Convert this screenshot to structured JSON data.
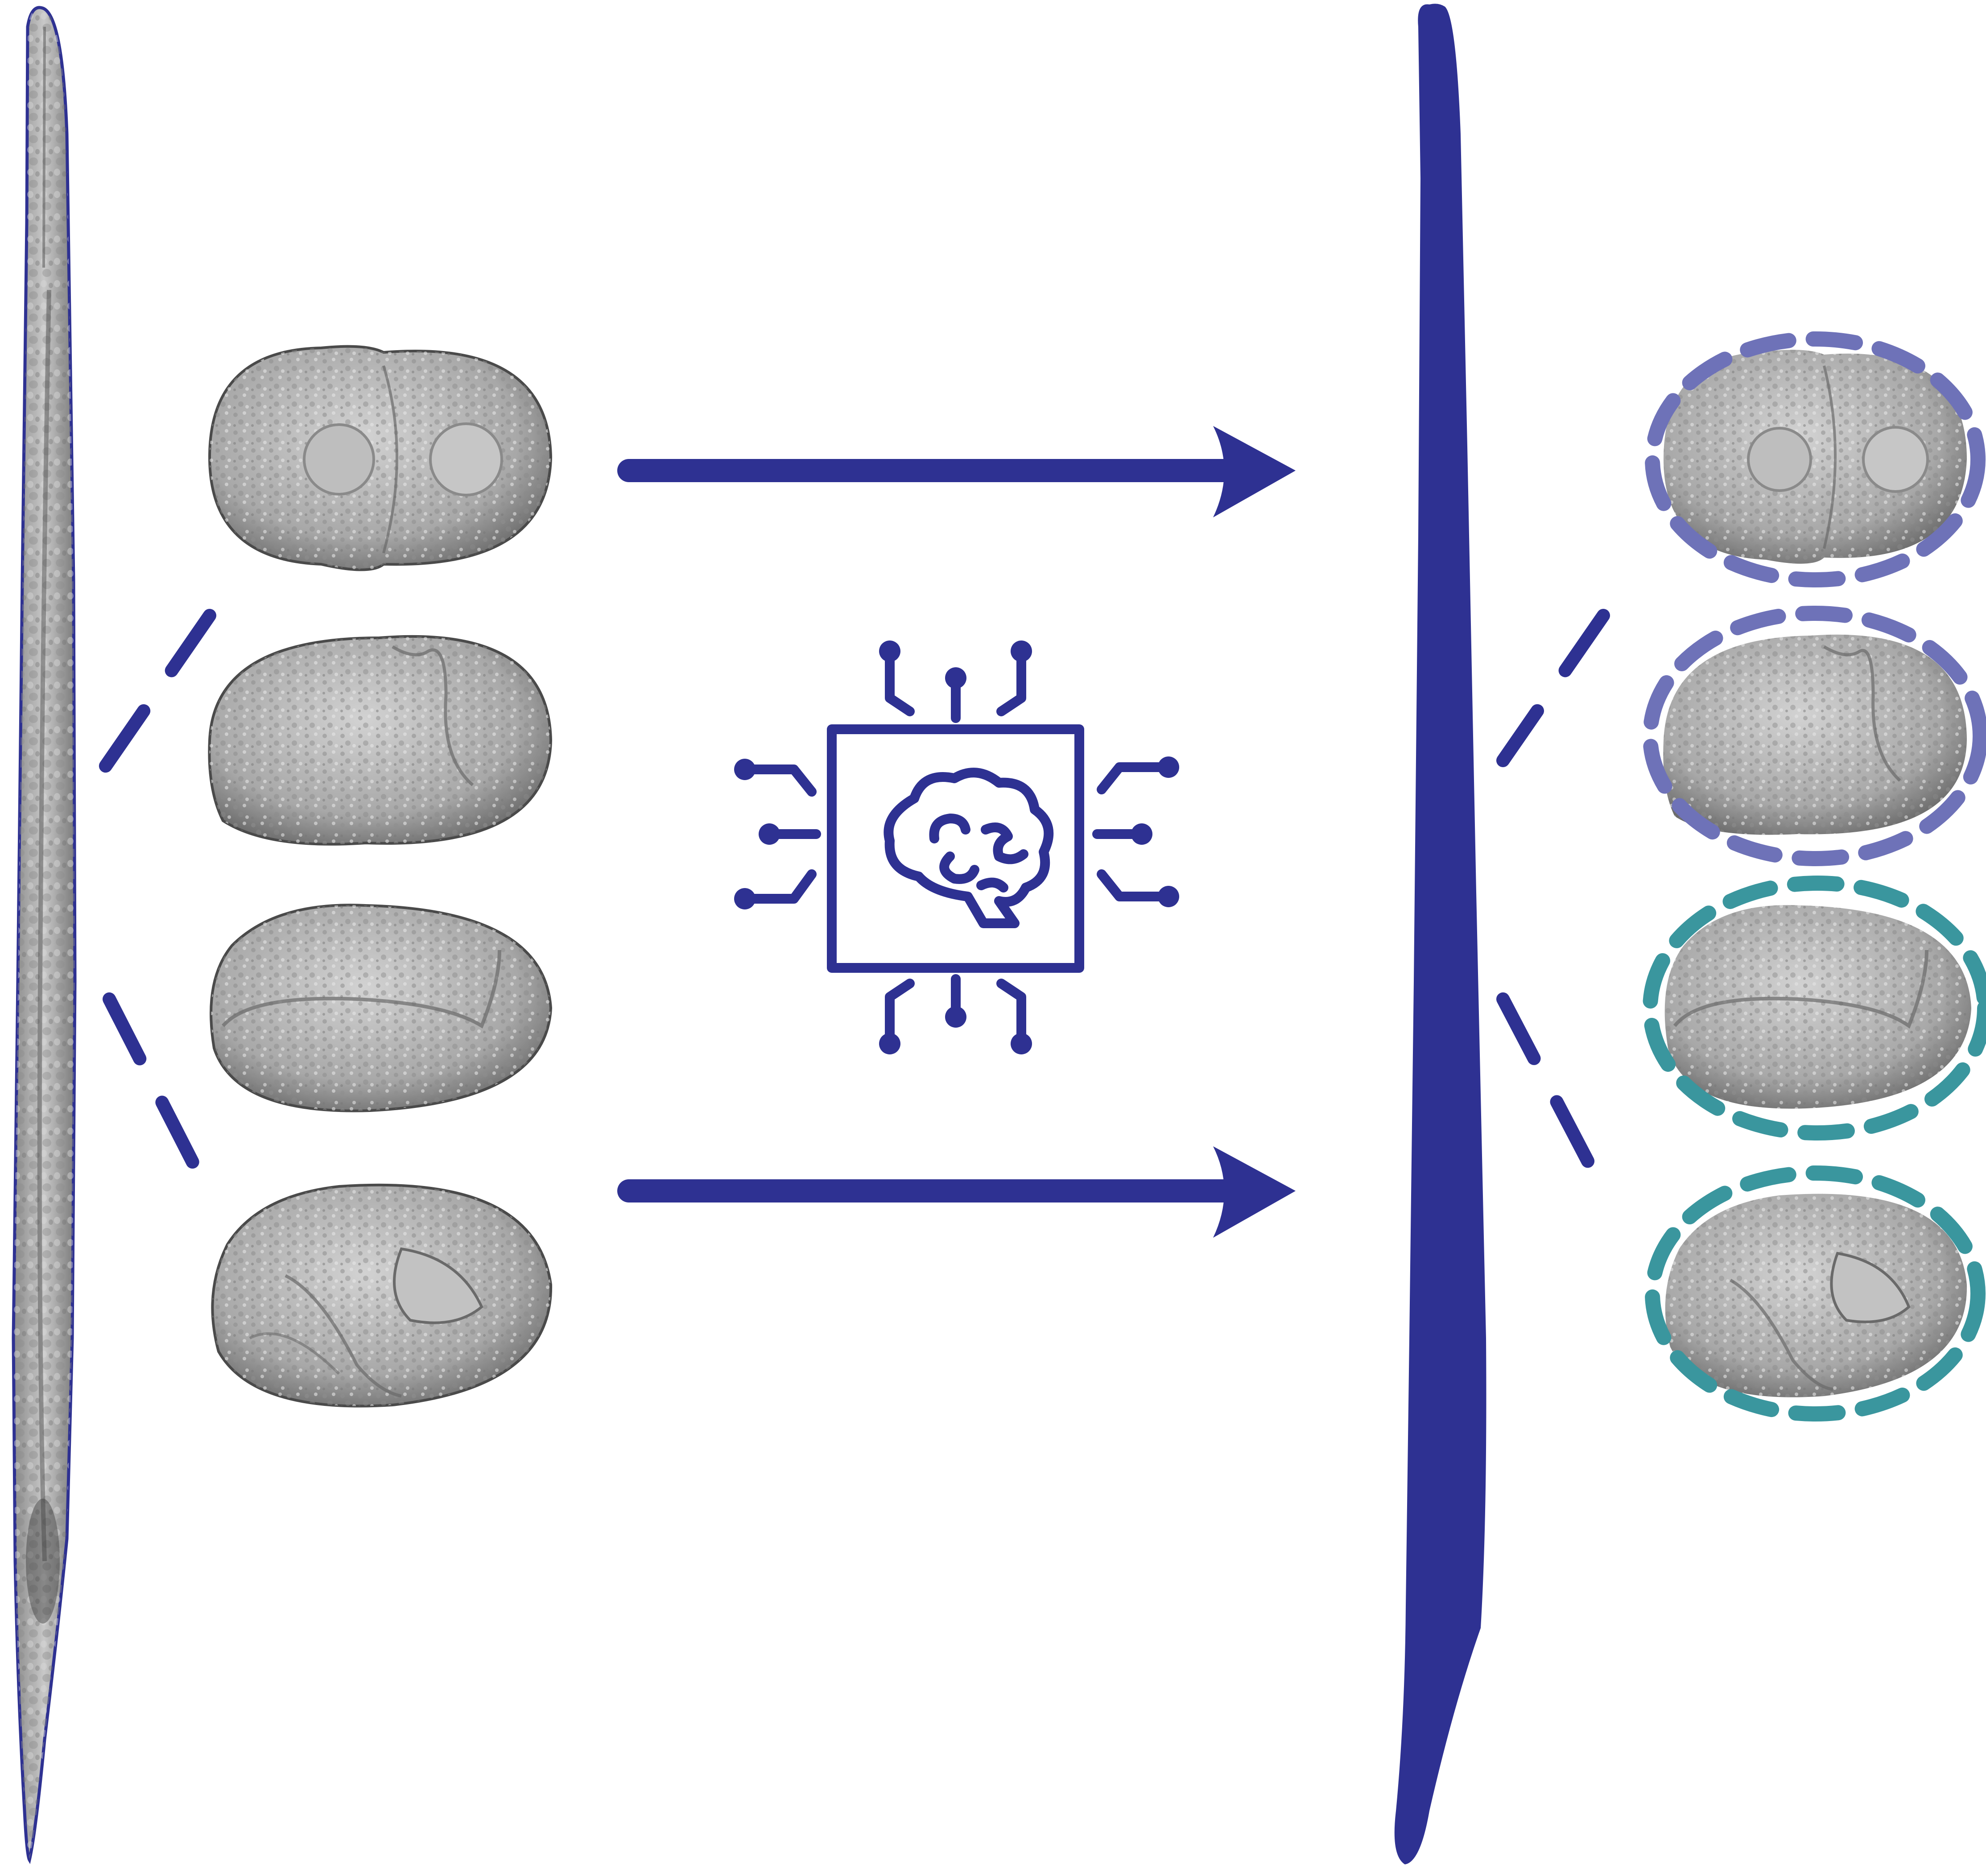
{
  "colors": {
    "navy": "#2E3192",
    "lavender_outline": "#6E72B8",
    "teal_outline": "#3A969E",
    "embryo_fill_light": "#C9C9C9",
    "embryo_fill_mid": "#9E9E9E",
    "embryo_fill_dark": "#5A5A5A",
    "worm_fill": "#BDBDBD",
    "background": "#FFFFFF"
  },
  "diagram": {
    "left_worm": {
      "icon": "worm-micrograph"
    },
    "left_embryos": [
      {
        "stage": "two-cell",
        "icon": "embryo-two-cell"
      },
      {
        "stage": "cleavage",
        "icon": "embryo-cleavage"
      },
      {
        "stage": "bean",
        "icon": "embryo-bean"
      },
      {
        "stage": "folded",
        "icon": "embryo-folded"
      }
    ],
    "arrows": [
      {
        "icon": "arrow-right-icon"
      },
      {
        "icon": "arrow-right-icon"
      }
    ],
    "center_icon": {
      "icon": "ai-chip-brain-icon"
    },
    "right_worm": {
      "icon": "worm-silhouette"
    },
    "right_embryos": [
      {
        "stage": "two-cell",
        "outline": "lavender"
      },
      {
        "stage": "cleavage",
        "outline": "lavender"
      },
      {
        "stage": "bean",
        "outline": "teal"
      },
      {
        "stage": "folded",
        "outline": "teal"
      }
    ]
  }
}
